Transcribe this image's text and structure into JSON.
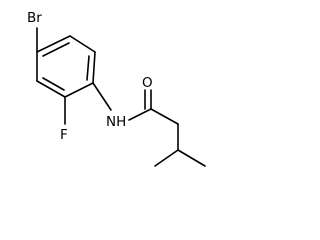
{
  "molecule": {
    "atoms": {
      "bromine": "Br",
      "fluorine": "F",
      "amide_nitrogen": "NH",
      "carbonyl_oxygen": "O"
    }
  }
}
